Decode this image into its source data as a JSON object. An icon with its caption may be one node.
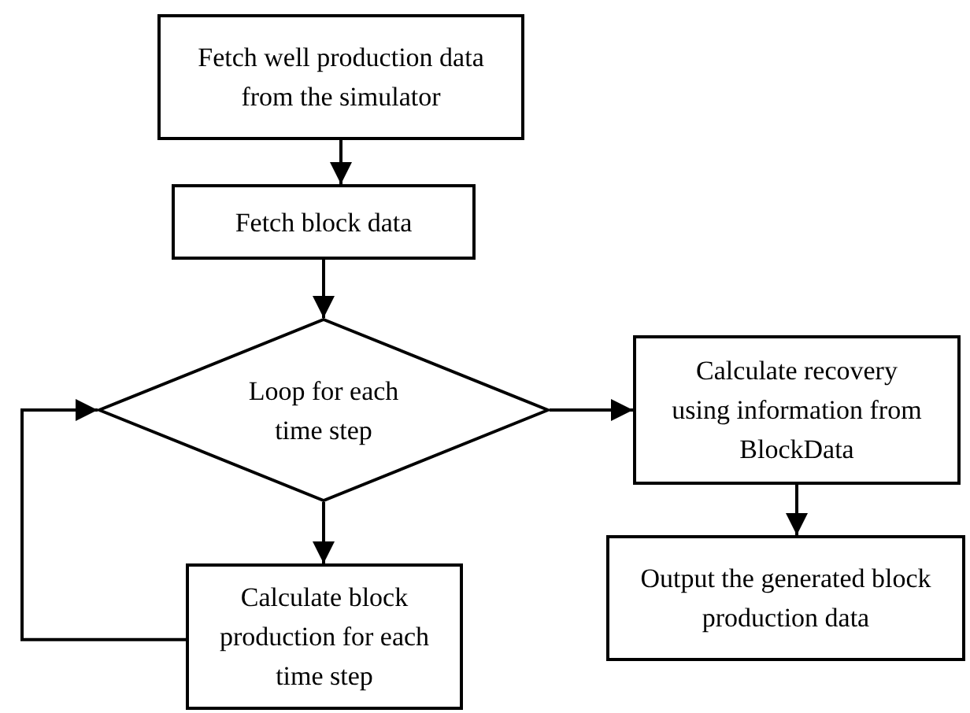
{
  "diagram": {
    "nodes": [
      {
        "text": [
          "Fetch well production data from the simulator"
        ]
      },
      {
        "text": [
          "Fetch block data"
        ]
      },
      {
        "text": [
          "Loop for each time step"
        ]
      },
      {
        "text": [
          "Calculate block production for each time step"
        ]
      },
      {
        "text": [
          "Calculate recovery using information from BlockData"
        ]
      },
      {
        "text": [
          "Output the generated block production data"
        ]
      }
    ],
    "edges": [
      {
        "from": 0,
        "to": 1,
        "arrow": "to"
      },
      {
        "from": 1,
        "to": 2,
        "arrow": "to"
      },
      {
        "from": 2,
        "to": 3,
        "arrow": "to"
      },
      {
        "from": 3,
        "to": 2,
        "arrow": "to"
      },
      {
        "from": 2,
        "to": 4,
        "arrow": "to"
      },
      {
        "from": 4,
        "to": 5,
        "arrow": "to"
      }
    ]
  }
}
